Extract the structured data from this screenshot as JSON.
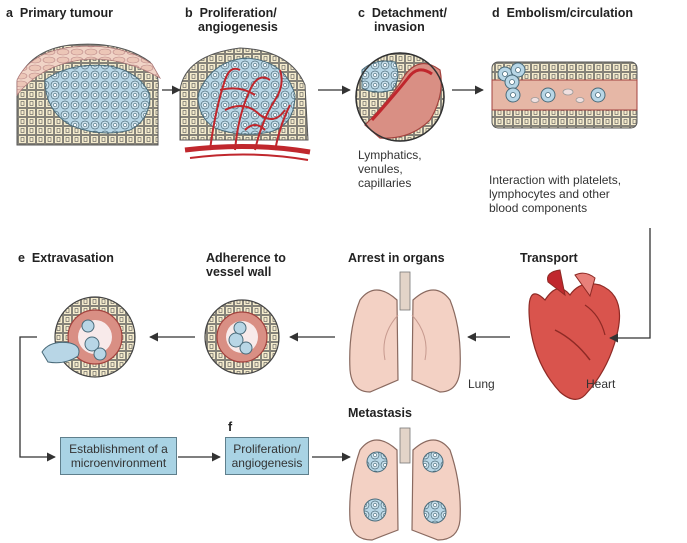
{
  "stages": {
    "a": {
      "letter": "a",
      "title": "Primary tumour"
    },
    "b": {
      "letter": "b",
      "title_line1": "Proliferation/",
      "title_line2": "angiogenesis"
    },
    "c": {
      "letter": "c",
      "title_line1": "Detachment/",
      "title_line2": "invasion",
      "caption": [
        "Lymphatics,",
        "venules,",
        "capillaries"
      ]
    },
    "d": {
      "letter": "d",
      "title": "Embolism/circulation",
      "caption": [
        "Interaction with platelets,",
        "lymphocytes and other",
        "blood components"
      ]
    },
    "transport": {
      "title": "Transport",
      "organ_label": "Heart"
    },
    "arrest": {
      "title": "Arrest in organs",
      "organ_label": "Lung"
    },
    "adherence": {
      "title_line1": "Adherence to",
      "title_line2": "vessel wall"
    },
    "e": {
      "letter": "e",
      "title": "Extravasation"
    },
    "f": {
      "letter": "f"
    },
    "establishment_box": [
      "Establishment of a",
      "microenvironment"
    ],
    "proliferation_box": [
      "Proliferation/",
      "angiogenesis"
    ],
    "metastasis": {
      "title": "Metastasis"
    }
  },
  "colors": {
    "tumour_cell": "#b8d6e6",
    "tissue_cell": "#f5eccd",
    "vessel": "#c0272d",
    "vessel_wall": "#e6b7a6",
    "lung": "#f3d1c4",
    "box_fill": "#a9d3e4",
    "arrow": "#333333"
  }
}
